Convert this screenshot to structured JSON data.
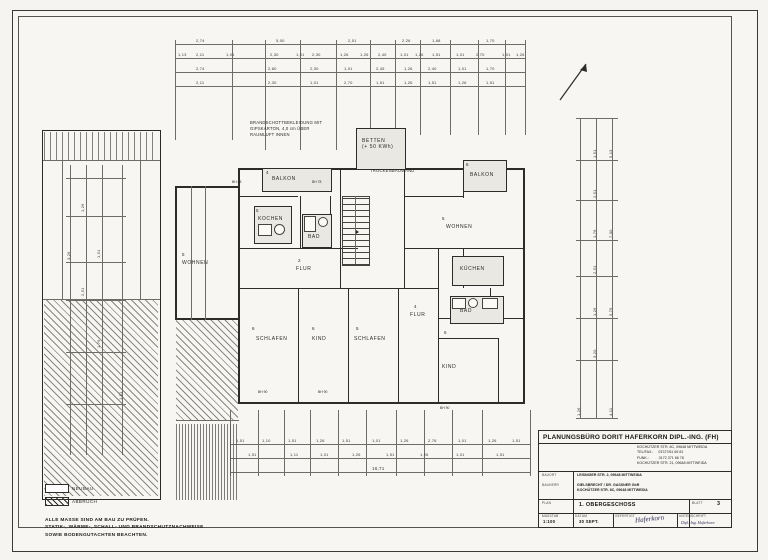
{
  "sheet": {
    "plan_title": "1. OBERGESCHOSS",
    "floor_label": "1. OBERGESCHOSS"
  },
  "legend": {
    "items": [
      {
        "label": "NEUBAU",
        "style": "outline"
      },
      {
        "label": "ABBRUCH",
        "style": "hatched"
      }
    ]
  },
  "bottom_notes": "ALLE MASSE SIND AM BAU ZU PRÜFEN.\nSTATIK-, WÄRME-, SCHALL- UND BRANDSCHUTZNACHWEISE\nSOWIE BODENGUTACHTEN BEACHTEN.",
  "annotations": {
    "brandschutz": "BRANDSCHOTTBEKLEIDUNG MIT\nGIPSKARTON, 4,0 cm ÜBER\nRAUMLUFT INNEN",
    "trockenbau": "TROCKENBAUWAND"
  },
  "rooms": [
    {
      "num": "5",
      "name": "WOHNEN"
    },
    {
      "num": "5",
      "name": "KOCHEN"
    },
    {
      "num": "4",
      "name": "BALKON"
    },
    {
      "num": "3",
      "name": "BAD"
    },
    {
      "num": "2",
      "name": "FLUR"
    },
    {
      "num": "1",
      "name": "BETTEN\n(+ 50 KWh)"
    },
    {
      "num": "6",
      "name": "BALKON"
    },
    {
      "num": "5",
      "name": "WOHNEN"
    },
    {
      "num": "5",
      "name": "KÜCHEN"
    },
    {
      "num": "4",
      "name": "FLUR"
    },
    {
      "num": "3",
      "name": "BAD"
    },
    {
      "num": "6",
      "name": "SCHLAFEN"
    },
    {
      "num": "6",
      "name": "KIND"
    },
    {
      "num": "5",
      "name": "SCHLAFEN"
    },
    {
      "num": "6",
      "name": "KIND"
    }
  ],
  "doors": [
    {
      "label": "BH 85"
    },
    {
      "label": "BH 78"
    },
    {
      "label": "BH 90"
    }
  ],
  "dimensions": {
    "top_main": [
      "2,74",
      "5,00",
      "2,51",
      "2,26",
      "1,68",
      "1,70"
    ],
    "top_sub": [
      "1,13",
      "2,11",
      "1,01",
      "2,30",
      "1,01",
      "2,30",
      "1,26",
      "1,26",
      "2,40",
      "1,01",
      "1,26",
      "1,51",
      "1,01",
      "2,70",
      "1,01",
      "1,26"
    ],
    "bottom_sub": [
      "1,51",
      "1,10",
      "1,51",
      "1,26",
      "1,51",
      "1,01",
      "1,26",
      "2,76",
      "1,01",
      "1,26",
      "1,51"
    ],
    "bottom_sub2": [
      "1,51",
      "1,11",
      "1,01",
      "1,26",
      "1,51",
      "1,26",
      "1,01",
      "1,51"
    ],
    "bottom_total": "16,71",
    "right_main": [
      "5,13",
      "7,00",
      "5,76",
      "4,11"
    ],
    "right_sub": [
      "1,51",
      "2,51",
      "1,76",
      "2,51",
      "1,26",
      "3,20",
      "1,26"
    ],
    "left_sub": [
      "1,26",
      "1,51",
      "2,51",
      "1,76",
      "3,26",
      "1,51"
    ]
  },
  "title_block": {
    "office": "PLANUNGSBÜRO DORIT HAFERKORN DIPL.-ING. (FH)",
    "address_lines": "KOCHÜTZER STR. 8C, 09648 MITTWEIDA\nTEL/FAX.:     03727/61 69 81\nFUNK.:          0172 371 66 78\nKOCHÜTZER STR. 21, 09648 MITTWEIDA",
    "bauort_label": "BAUORT",
    "bauherr_label": "BAUHERR",
    "bauort_value": "LEISNIGER STR. 2, 09648 MITTWEIDA",
    "bauherr_value": "GIELSBRECHT / DR. GASSNER GbR\nKOCHÜTZER STR. 8C, 09648 MITTWEIDA",
    "plan_label": "PLAN",
    "plan_value": "1. OBERGESCHOSS",
    "blatt_label": "BLATT",
    "blatt_value": "3",
    "massstab_label": "MASSTAB",
    "massstab_value": "1:100",
    "datum_label": "DATUM",
    "datum_value": "30 SEPT.",
    "gefertigt_label": "GEFERTIGT",
    "geprueft_label": "UNTERSCHRIFT",
    "signature": "Haferkorn",
    "signature_small": "Dipl.-Ing. Haferkorn"
  }
}
